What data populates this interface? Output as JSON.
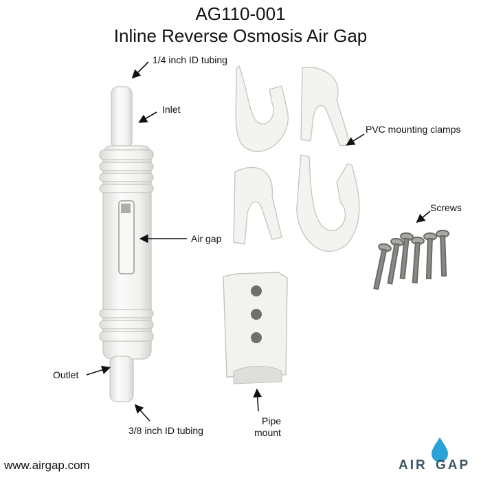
{
  "header": {
    "model": "AG110-001",
    "title": "Inline Reverse Osmosis Air Gap"
  },
  "labels": {
    "tubing_inlet": "1/4 inch ID tubing",
    "inlet": "Inlet",
    "air_gap": "Air gap",
    "outlet": "Outlet",
    "tubing_outlet": "3/8 inch ID tubing",
    "clamps": "PVC mounting clamps",
    "screws": "Screws",
    "pipe_mount_line1": "Pipe",
    "pipe_mount_line2": "mount"
  },
  "footer": {
    "website": "www.airgap.com",
    "logo_left": "AIR",
    "logo_right": "GAP"
  },
  "colors": {
    "part": "#f4f4f2",
    "outline": "#c9c9c6",
    "logo_drop": "#2aa3d9",
    "logo_text": "#3a5560"
  }
}
